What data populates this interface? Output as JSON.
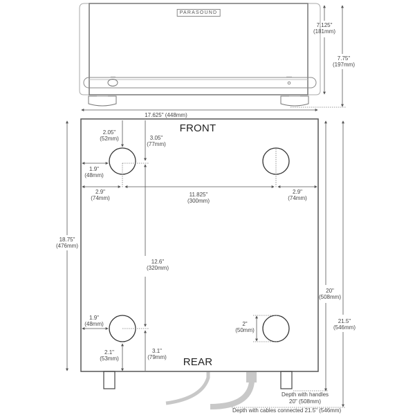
{
  "front_view": {
    "brand": "PARASOUND",
    "width_label": "17.625\" (448mm)",
    "height_body": {
      "in": "7.125\"",
      "mm": "(181mm)"
    },
    "height_total": {
      "in": "7.75\"",
      "mm": "(197mm)"
    }
  },
  "top_view": {
    "front_label": "FRONT",
    "rear_label": "REAR",
    "left_depth": {
      "in": "18.75\"",
      "mm": "(476mm)"
    },
    "depth_body": {
      "in": "20\"",
      "mm": "(508mm)"
    },
    "depth_cables": {
      "in": "21.5\"",
      "mm": "(546mm)"
    },
    "front_foot_from_front_edge": {
      "in": "2.05\"",
      "mm": "(52mm)"
    },
    "front_foot_center_from_front": {
      "in": "3.05\"",
      "mm": "(77mm)"
    },
    "front_foot_from_side": {
      "in": "1.9\"",
      "mm": "(48mm)"
    },
    "left_center_from_side": {
      "in": "2.9\"",
      "mm": "(74mm)"
    },
    "foot_spacing_width": {
      "in": "11.825\"",
      "mm": "(300mm)"
    },
    "right_center_from_side": {
      "in": "2.9\"",
      "mm": "(74mm)"
    },
    "foot_spacing_depth": {
      "in": "12.6\"",
      "mm": "(320mm)"
    },
    "rear_foot_from_side": {
      "in": "1.9\"",
      "mm": "(48mm)"
    },
    "rear_foot_from_rear_edge": {
      "in": "2.1\"",
      "mm": "(53mm)"
    },
    "rear_foot_center_from_rear": {
      "in": "3.1\"",
      "mm": "(79mm)"
    },
    "foot_diameter": {
      "in": "2\"",
      "mm": "(50mm)"
    },
    "note_handles_line1": "Depth with handles",
    "note_handles_line2": "20\"  (508mm)",
    "note_cables": "Depth with cables connected  21.5\"  (546mm)"
  }
}
